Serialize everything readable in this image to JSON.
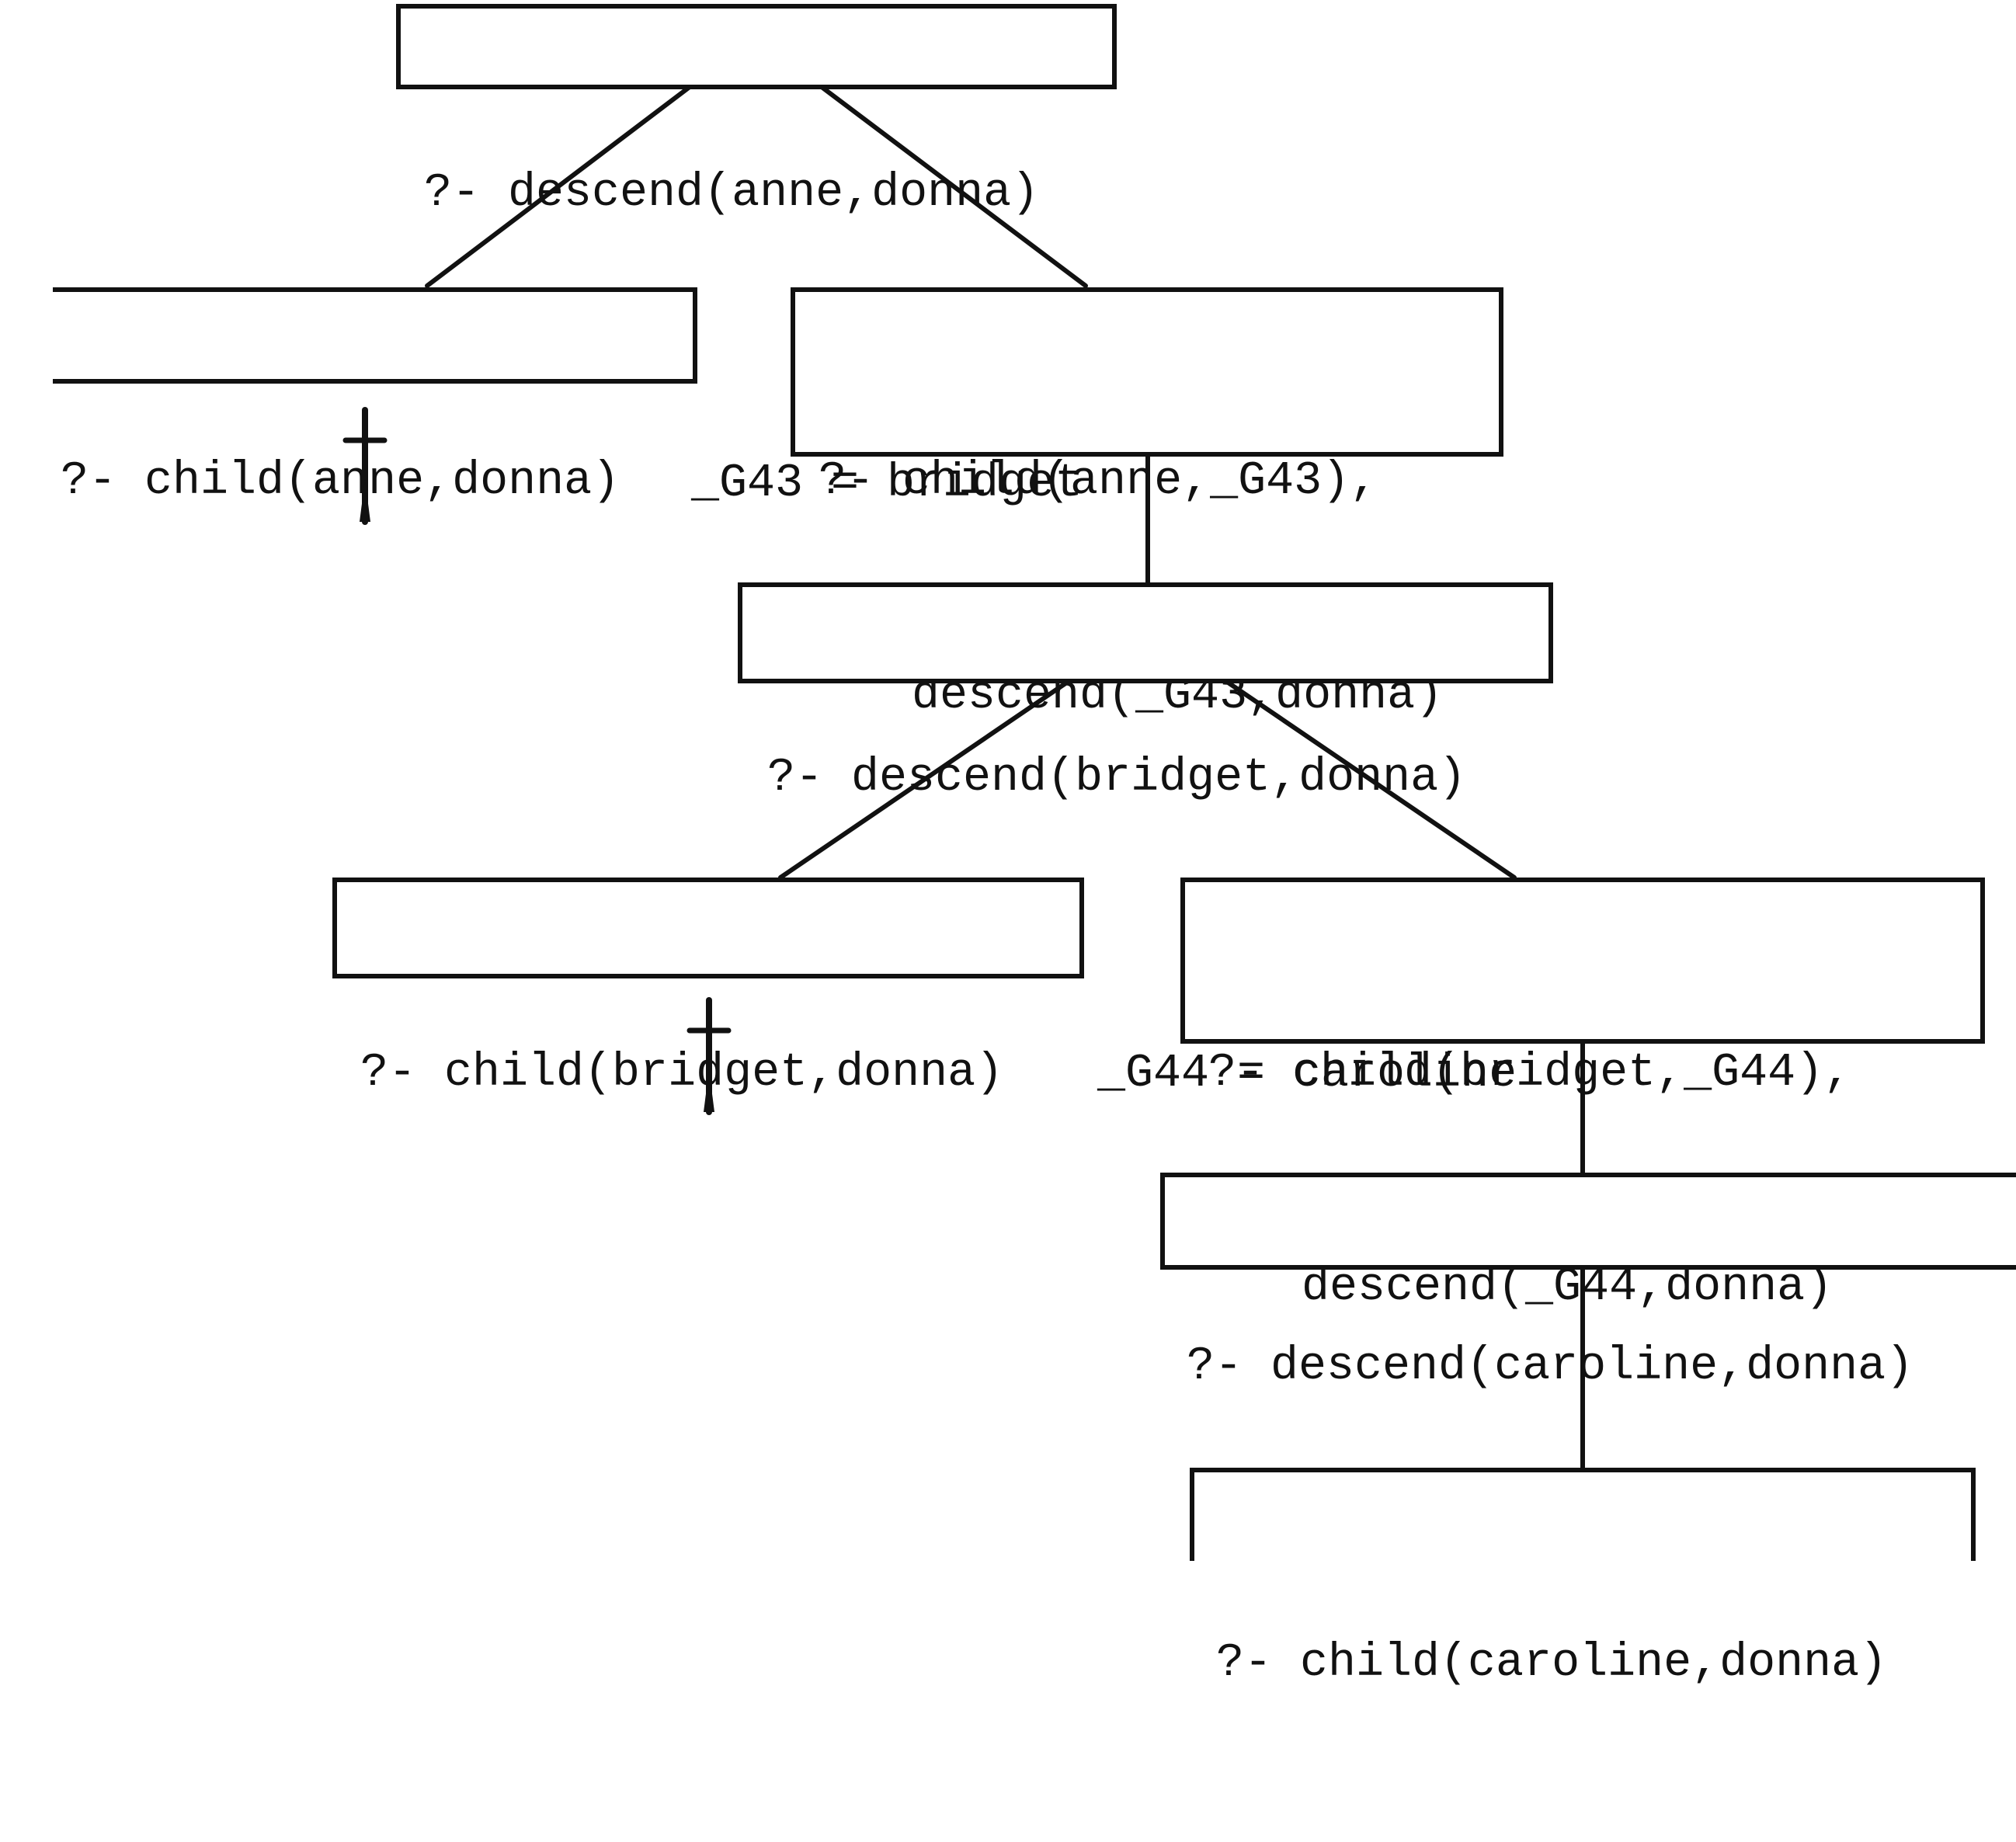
{
  "colors": {
    "ink": "#111111",
    "background": "#ffffff"
  },
  "nodes": {
    "root": {
      "line1": "?- descend(anne,donna)"
    },
    "n1": {
      "line1": "?- child(anne,donna)"
    },
    "n2": {
      "line1": "?- child(anne,_G43),",
      "line2": "descend(_G43,donna)"
    },
    "n3": {
      "line1": "?- descend(bridget,donna)"
    },
    "n4": {
      "line1": "?- child(bridget,donna)"
    },
    "n5": {
      "line1": "?- child(bridget,_G44),",
      "line2": "descend(_G44,donna)"
    },
    "n6": {
      "line1": "?- descend(caroline,donna)"
    },
    "n7": {
      "line1": "?- child(caroline,donna)"
    }
  },
  "edge_labels": {
    "g43": "_G43 = bridget",
    "g44": "_G44 = caroline"
  },
  "failure_marks": [
    {
      "node": "n1",
      "icon": "dagger-icon"
    },
    {
      "node": "n4",
      "icon": "dagger-icon"
    }
  ]
}
